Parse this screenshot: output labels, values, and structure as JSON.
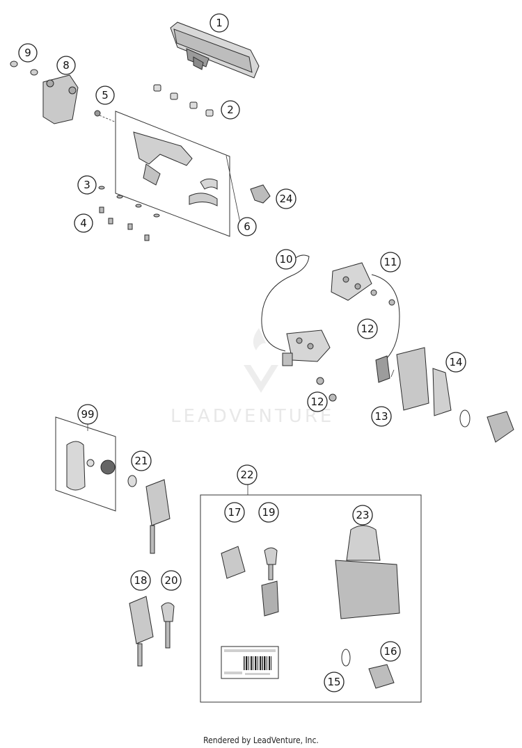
{
  "callouts": {
    "c1": "1",
    "c2": "2",
    "c3": "3",
    "c4": "4",
    "c5": "5",
    "c6": "6",
    "c8": "8",
    "c9": "9",
    "c10": "10",
    "c11": "11",
    "c12a": "12",
    "c12b": "12",
    "c13": "13",
    "c14": "14",
    "c15": "15",
    "c16": "16",
    "c17": "17",
    "c18": "18",
    "c19": "19",
    "c20": "20",
    "c21": "21",
    "c22": "22",
    "c23": "23",
    "c24": "24",
    "c99": "99"
  },
  "watermark": {
    "text": "LEADVENTURE"
  },
  "footer": {
    "text": "Rendered by LeadVenture, Inc."
  }
}
